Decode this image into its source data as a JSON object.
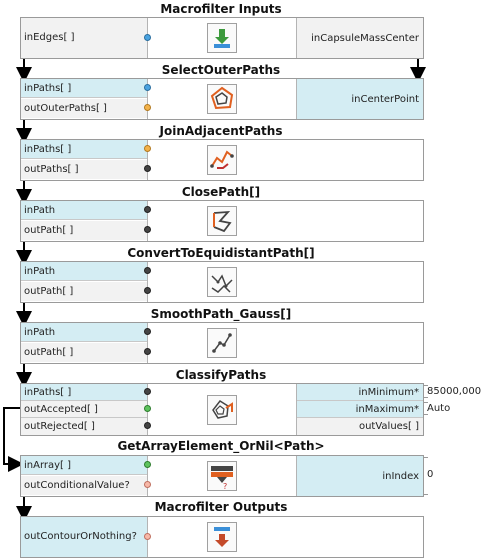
{
  "blocks": [
    {
      "title": "Macrofilter Inputs",
      "inputs": [
        {
          "label": "inEdges[ ]"
        }
      ],
      "outputs_right": [
        {
          "label": "inCapsuleMassCenter"
        }
      ],
      "icon": "download-arrow-icon"
    },
    {
      "title": "SelectOuterPaths",
      "inputs": [
        {
          "label": "inPaths[ ]"
        }
      ],
      "outputs": [
        {
          "label": "outOuterPaths[ ]"
        }
      ],
      "right": [
        {
          "label": "inCenterPoint"
        }
      ],
      "icon": "polygon-icon"
    },
    {
      "title": "JoinAdjacentPaths",
      "inputs": [
        {
          "label": "inPaths[ ]"
        }
      ],
      "outputs": [
        {
          "label": "outPaths[ ]"
        }
      ],
      "icon": "join-paths-icon"
    },
    {
      "title": "ClosePath[]",
      "inputs": [
        {
          "label": "inPath"
        }
      ],
      "outputs": [
        {
          "label": "outPath[ ]"
        }
      ],
      "icon": "close-path-icon"
    },
    {
      "title": "ConvertToEquidistantPath[]",
      "inputs": [
        {
          "label": "inPath"
        }
      ],
      "outputs": [
        {
          "label": "outPath[ ]"
        }
      ],
      "icon": "equidistant-path-icon"
    },
    {
      "title": "SmoothPath_Gauss[]",
      "inputs": [
        {
          "label": "inPath"
        }
      ],
      "outputs": [
        {
          "label": "outPath[ ]"
        }
      ],
      "icon": "smooth-path-icon"
    },
    {
      "title": "ClassifyPaths",
      "inputs": [
        {
          "label": "inPaths[ ]"
        }
      ],
      "outputs": [
        {
          "label": "outAccepted[ ]"
        },
        {
          "label": "outRejected[ ]"
        }
      ],
      "right": [
        {
          "label": "inMinimum*"
        },
        {
          "label": "inMaximum*"
        },
        {
          "label": "outValues[ ]"
        }
      ],
      "values": [
        "85000,000",
        "Auto"
      ],
      "icon": "classify-icon"
    },
    {
      "title": "GetArrayElement_OrNil<Path>",
      "inputs": [
        {
          "label": "inArray[ ]"
        }
      ],
      "outputs": [
        {
          "label": "outConditionalValue?"
        }
      ],
      "right": [
        {
          "label": "inIndex"
        }
      ],
      "values": [
        "0"
      ],
      "icon": "array-element-icon"
    },
    {
      "title": "Macrofilter Outputs",
      "inputs": [
        {
          "label": "outContourOrNothing?"
        }
      ],
      "icon": "upload-arrow-icon"
    }
  ],
  "colors": {
    "input_port_bg": "#d4edf3",
    "output_port_bg": "#f2f2f2",
    "wire": "#000000"
  }
}
